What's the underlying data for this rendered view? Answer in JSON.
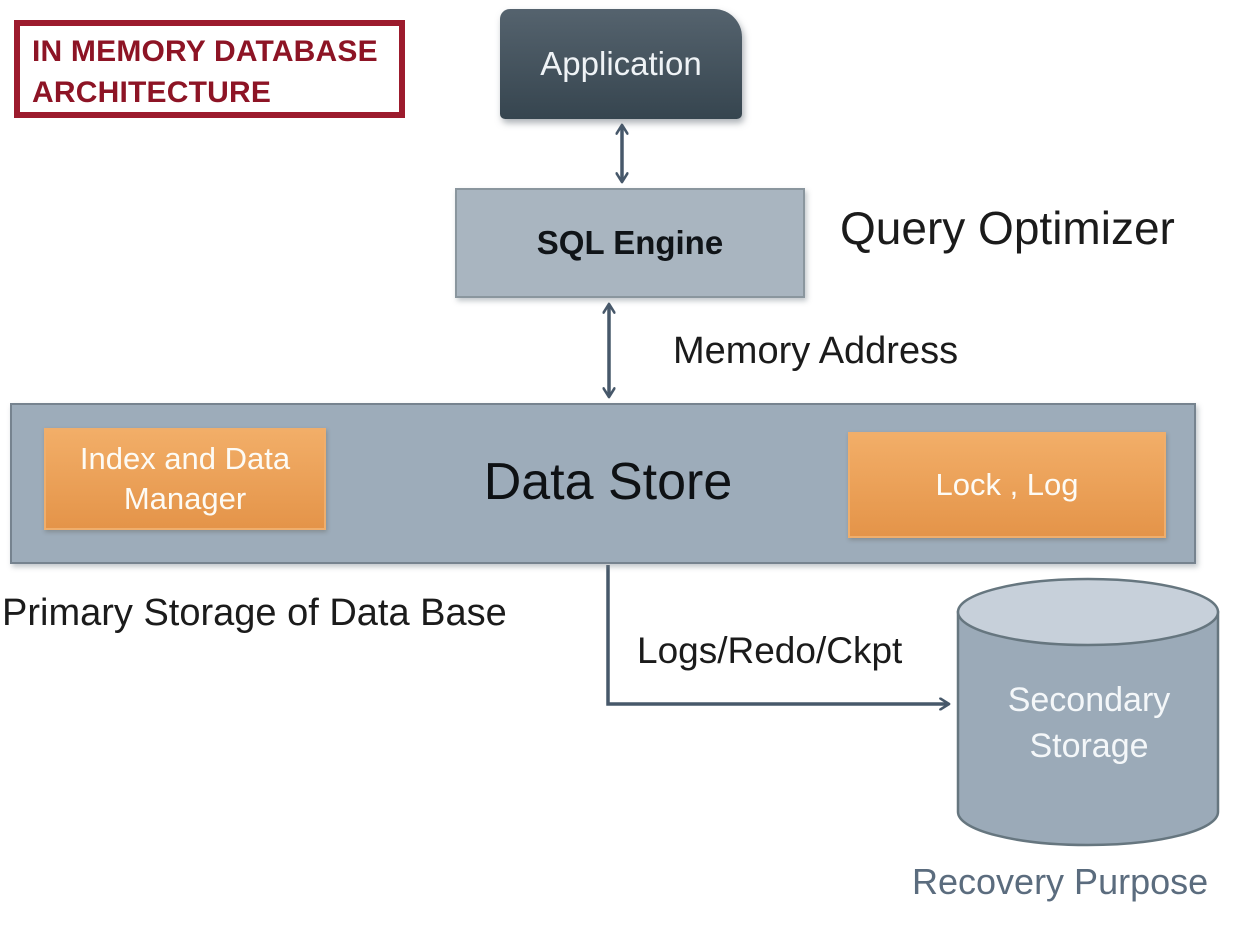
{
  "title": {
    "line1": "IN MEMORY DATABASE",
    "line2": "ARCHITECTURE"
  },
  "nodes": {
    "application": {
      "label": "Application"
    },
    "sql_engine": {
      "label": "SQL Engine"
    },
    "data_store": {
      "label": "Data Store"
    },
    "index_data_manager": {
      "line1": "Index and Data",
      "line2": "Manager"
    },
    "lock_log": {
      "label": "Lock , Log"
    },
    "secondary_storage": {
      "line1": "Secondary",
      "line2": "Storage"
    }
  },
  "annotations": {
    "query_optimizer": "Query Optimizer",
    "memory_address": "Memory Address",
    "primary_storage": "Primary Storage of Data Base",
    "logs_redo_ckpt": "Logs/Redo/Ckpt",
    "recovery_purpose": "Recovery Purpose"
  },
  "colors": {
    "title_red": "#9C1B2D",
    "title_text": "#8D1425",
    "app_top": "#55636E",
    "app_bottom": "#36454F",
    "panel_fill": "#9DACBA",
    "panel_border": "#76838F",
    "sql_fill": "#A9B5C0",
    "sql_border": "#8A969E",
    "orange_top": "#F2AE68",
    "orange_bottom": "#E49449",
    "orange_border": "#EFAE6C",
    "arrow": "#47586A",
    "cyl_body": "#9BAAB8",
    "cyl_top": "#C7D0DA",
    "cyl_border": "#66767F",
    "recovery_text": "#5B6C7E"
  }
}
